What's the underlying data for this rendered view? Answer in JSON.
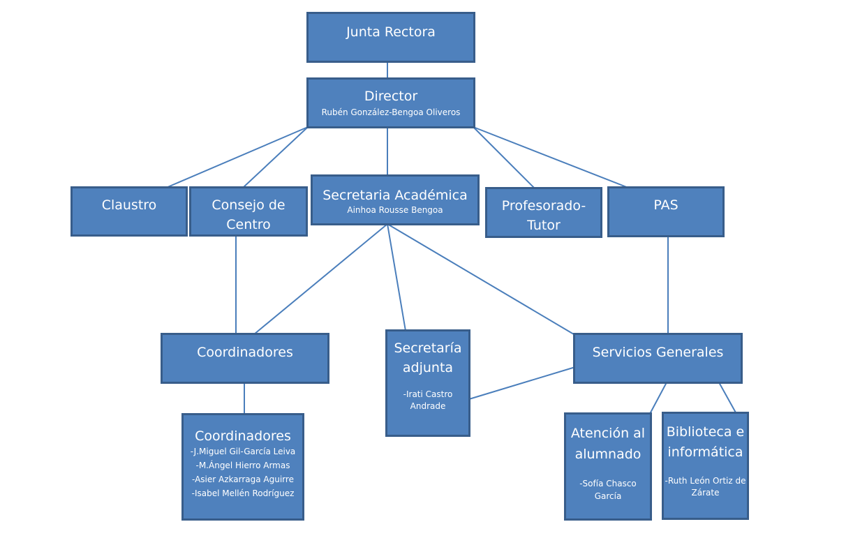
{
  "colors": {
    "box_fill": "#4f81bd",
    "box_border": "#385d8a",
    "connector": "#4a7ebb",
    "text": "#ffffff"
  },
  "nodes": {
    "junta": {
      "title": "Junta Rectora"
    },
    "director": {
      "title": "Director",
      "sub": "Rubén  González-Bengoa  Oliveros"
    },
    "claustro": {
      "title": "Claustro"
    },
    "consejo": {
      "title": "Consejo de\nCentro"
    },
    "secretaria_academica": {
      "title": "Secretaria Académica",
      "sub": "Ainhoa  Rousse  Bengoa"
    },
    "profesorado": {
      "title": "Profesorado-\nTutor"
    },
    "pas": {
      "title": "PAS"
    },
    "coordinadores": {
      "title": "Coordinadores"
    },
    "secretaria_adjunta": {
      "title": "Secretaría\nadjunta",
      "sub": "-Irati Castro\nAndrade"
    },
    "servicios": {
      "title": "Servicios Generales"
    },
    "coordinadores_list": {
      "title": "Coordinadores",
      "items": [
        "-J.Miguel  Gil-García  Leiva",
        "-M.Ángel  Hierro  Armas",
        "-Asier  Azkarraga  Aguirre",
        "-Isabel  Mellén  Rodríguez"
      ]
    },
    "atencion": {
      "title": "Atención al\nalumnado",
      "sub": "-Sofía  Chasco\nGarcía"
    },
    "biblioteca": {
      "title": "Biblioteca e\ninformática",
      "sub": "-Ruth  León  Ortiz de\nZárate"
    }
  }
}
